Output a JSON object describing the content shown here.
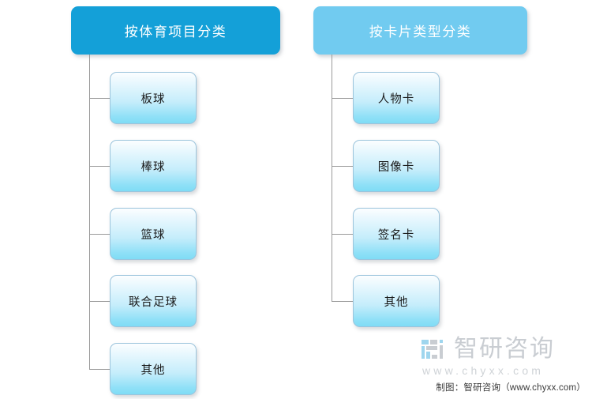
{
  "colors": {
    "background": "#FFFFFF",
    "root_primary": "#14A0D8",
    "root_secondary": "#71CBF0",
    "child_gradient_top": "#FCFEFF",
    "child_gradient_bottom": "#7FDCF5",
    "child_border": "#9BC4DC",
    "connector": "#9A9A9A",
    "root_text": "#FFFFFF",
    "child_text": "#1A1A1A",
    "watermark_text": "#C9CDD2",
    "caption_text": "#3A3A3A"
  },
  "diagram": {
    "type": "org-chart",
    "branches": [
      {
        "id": "by-sport",
        "root_label": "按体育项目分类",
        "children": [
          {
            "label": "板球"
          },
          {
            "label": "棒球"
          },
          {
            "label": "篮球"
          },
          {
            "label": "联合足球"
          },
          {
            "label": "其他"
          }
        ]
      },
      {
        "id": "by-card-type",
        "root_label": "按卡片类型分类",
        "children": [
          {
            "label": "人物卡"
          },
          {
            "label": "图像卡"
          },
          {
            "label": "签名卡"
          },
          {
            "label": "其他"
          }
        ]
      }
    ]
  },
  "watermark": {
    "logo_icon": "zhiyan-logo-icon",
    "brand": "智研咨询",
    "url": "www.chyxx.com"
  },
  "caption": {
    "text": "制图：智研咨询（www.chyxx.com）"
  }
}
